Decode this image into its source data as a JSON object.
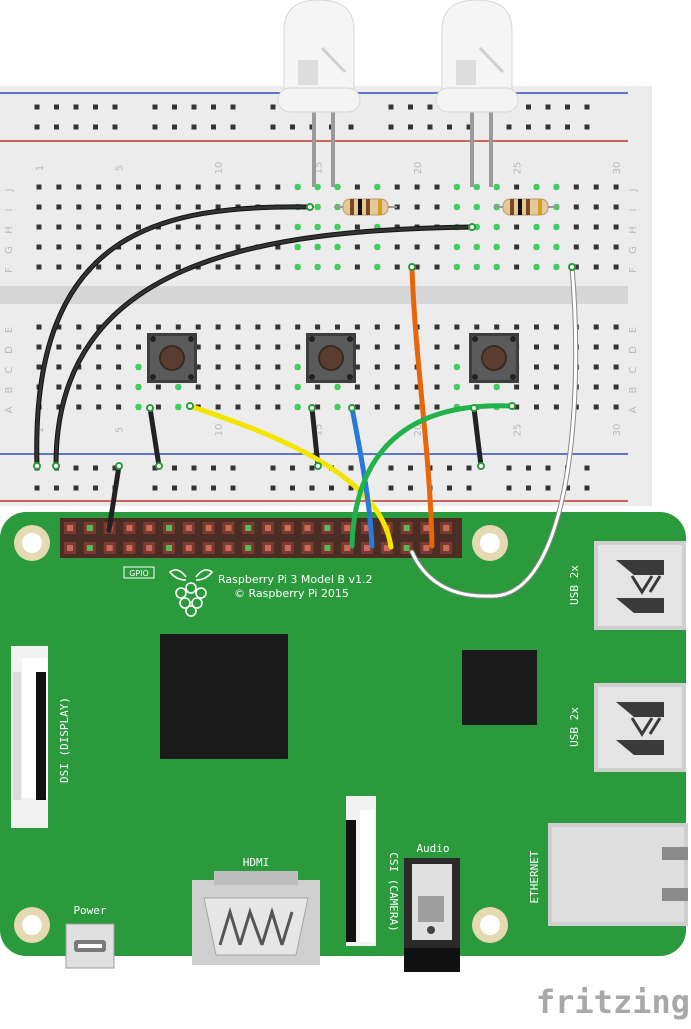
{
  "breadboard": {
    "column_numbers": [
      "1",
      "5",
      "10",
      "15",
      "20",
      "25",
      "30"
    ],
    "top_row_letters": [
      "J",
      "I",
      "H",
      "G",
      "F"
    ],
    "bottom_row_letters": [
      "E",
      "D",
      "C",
      "B",
      "A"
    ]
  },
  "pi": {
    "model_label": "Raspberry Pi 3 Model B v1.2",
    "copyright_label": "© Raspberry Pi 2015",
    "gpio_label": "GPIO",
    "dsi_label": "DSI (DISPLAY)",
    "csi_label": "CSI (CAMERA)",
    "hdmi_label": "HDMI",
    "audio_label": "Audio",
    "power_label": "Power",
    "usb_label_1": "USB 2x",
    "usb_label_2": "USB 2x",
    "ethernet_label": "ETHERNET"
  },
  "brand": {
    "logo_text": "fritzing"
  },
  "wire_colors": {
    "black": "#222222",
    "orange": "#e8650a",
    "yellow": "#f2e600",
    "blue": "#2979d6",
    "green": "#22b14c",
    "white": "#ffffff"
  },
  "board_colors": {
    "pcb": "#2a9a3c",
    "pcb_dark": "#1f7e2f",
    "breadboard": "#ececec"
  }
}
